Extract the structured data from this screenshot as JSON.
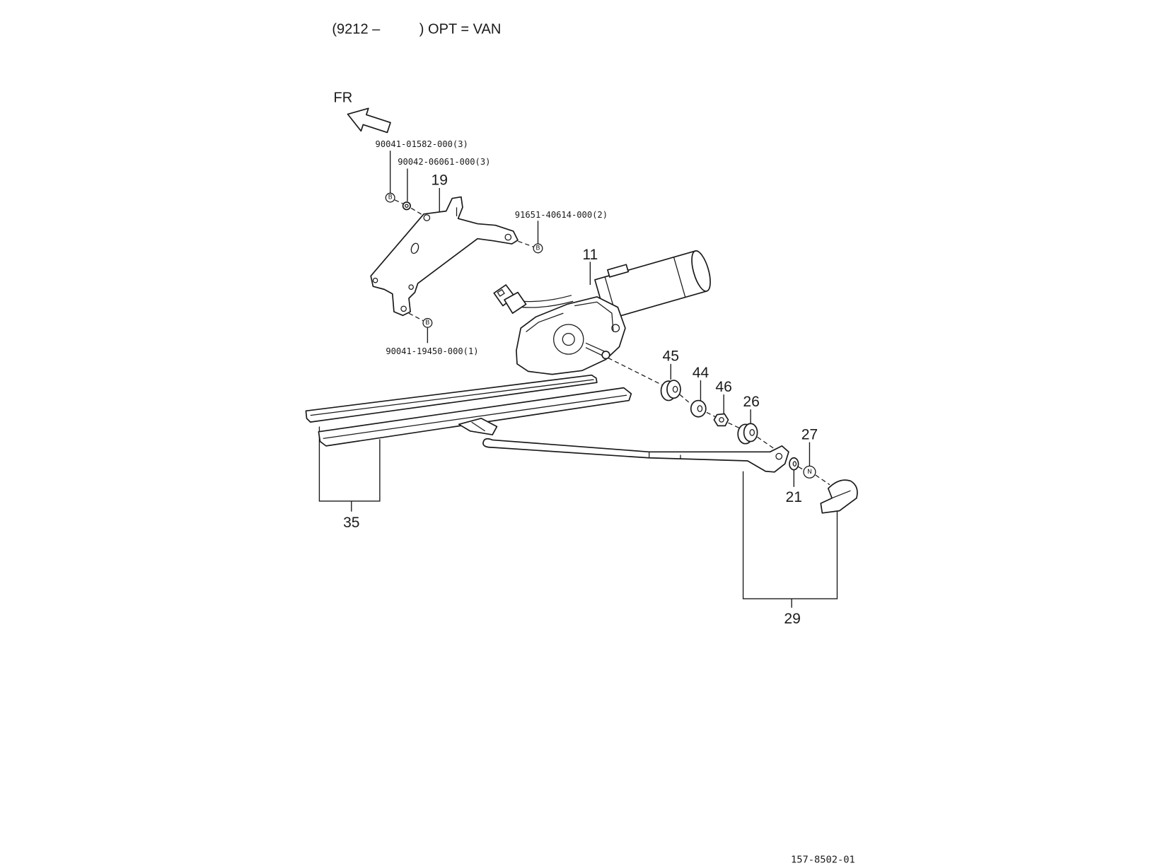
{
  "header": {
    "range_start": "(9212 –",
    "range_end": ") OPT = VAN"
  },
  "orientation": {
    "label": "FR"
  },
  "part_numbers": [
    "90041-01582-000(3)",
    "90042-06061-000(3)",
    "91651-40614-000(2)",
    "90041-19450-000(1)"
  ],
  "callouts": [
    "19",
    "11",
    "45",
    "44",
    "46",
    "26",
    "27",
    "21",
    "35",
    "29"
  ],
  "markers": {
    "b": "B",
    "n": "N"
  },
  "diagram_code": "157-8502-01"
}
